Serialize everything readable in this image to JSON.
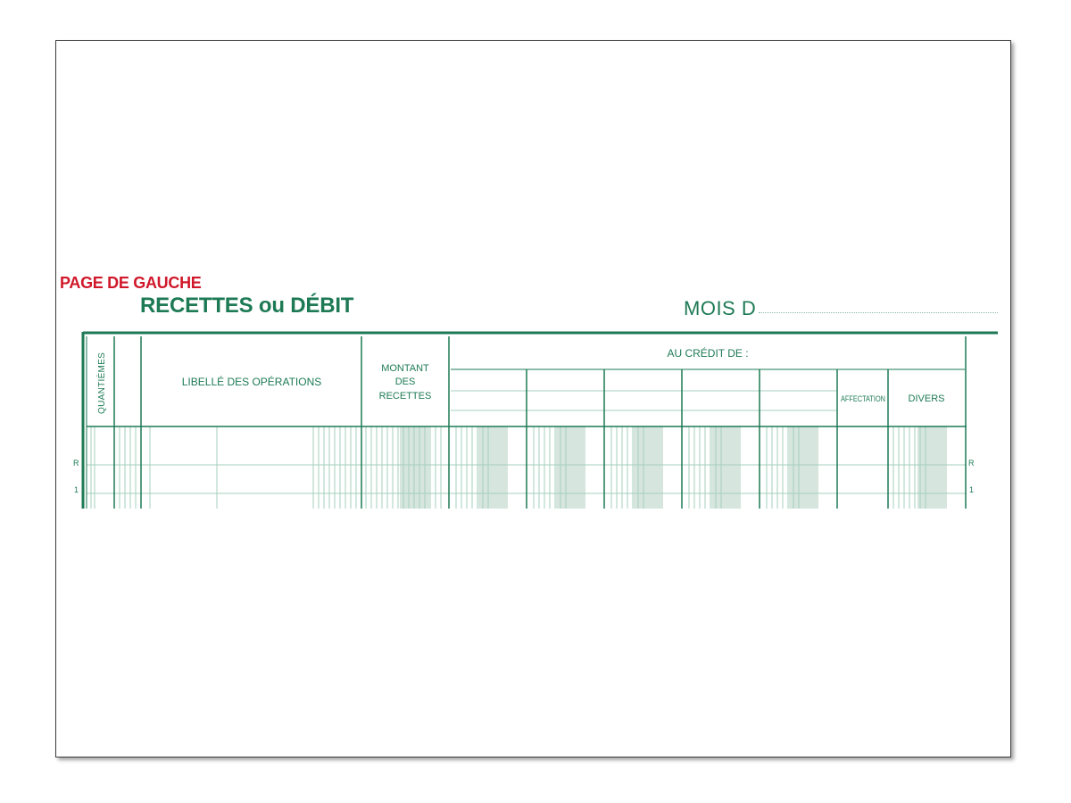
{
  "document": {
    "page_side": "PAGE DE GAUCHE",
    "title": "RECETTES ou DÉBIT",
    "month_label": "MOIS D"
  },
  "table": {
    "columns": {
      "quantiemes": "QUANTIÈMES",
      "libelle": "LIBELLÉ DES OPÉRATIONS",
      "montant": [
        "MONTANT",
        "DES",
        "RECETTES"
      ],
      "au_credit_de": "AU CRÉDIT DE :",
      "affectation": "AFFECTATION",
      "divers": "DIVERS"
    },
    "row_markers_left": [
      "R",
      "1"
    ],
    "row_markers_right": [
      "R",
      "1"
    ]
  },
  "colors": {
    "green": "#1d7a55",
    "red": "#d0182a",
    "light_green_line": "#a6cfbd",
    "shade": "#d6e6de"
  }
}
